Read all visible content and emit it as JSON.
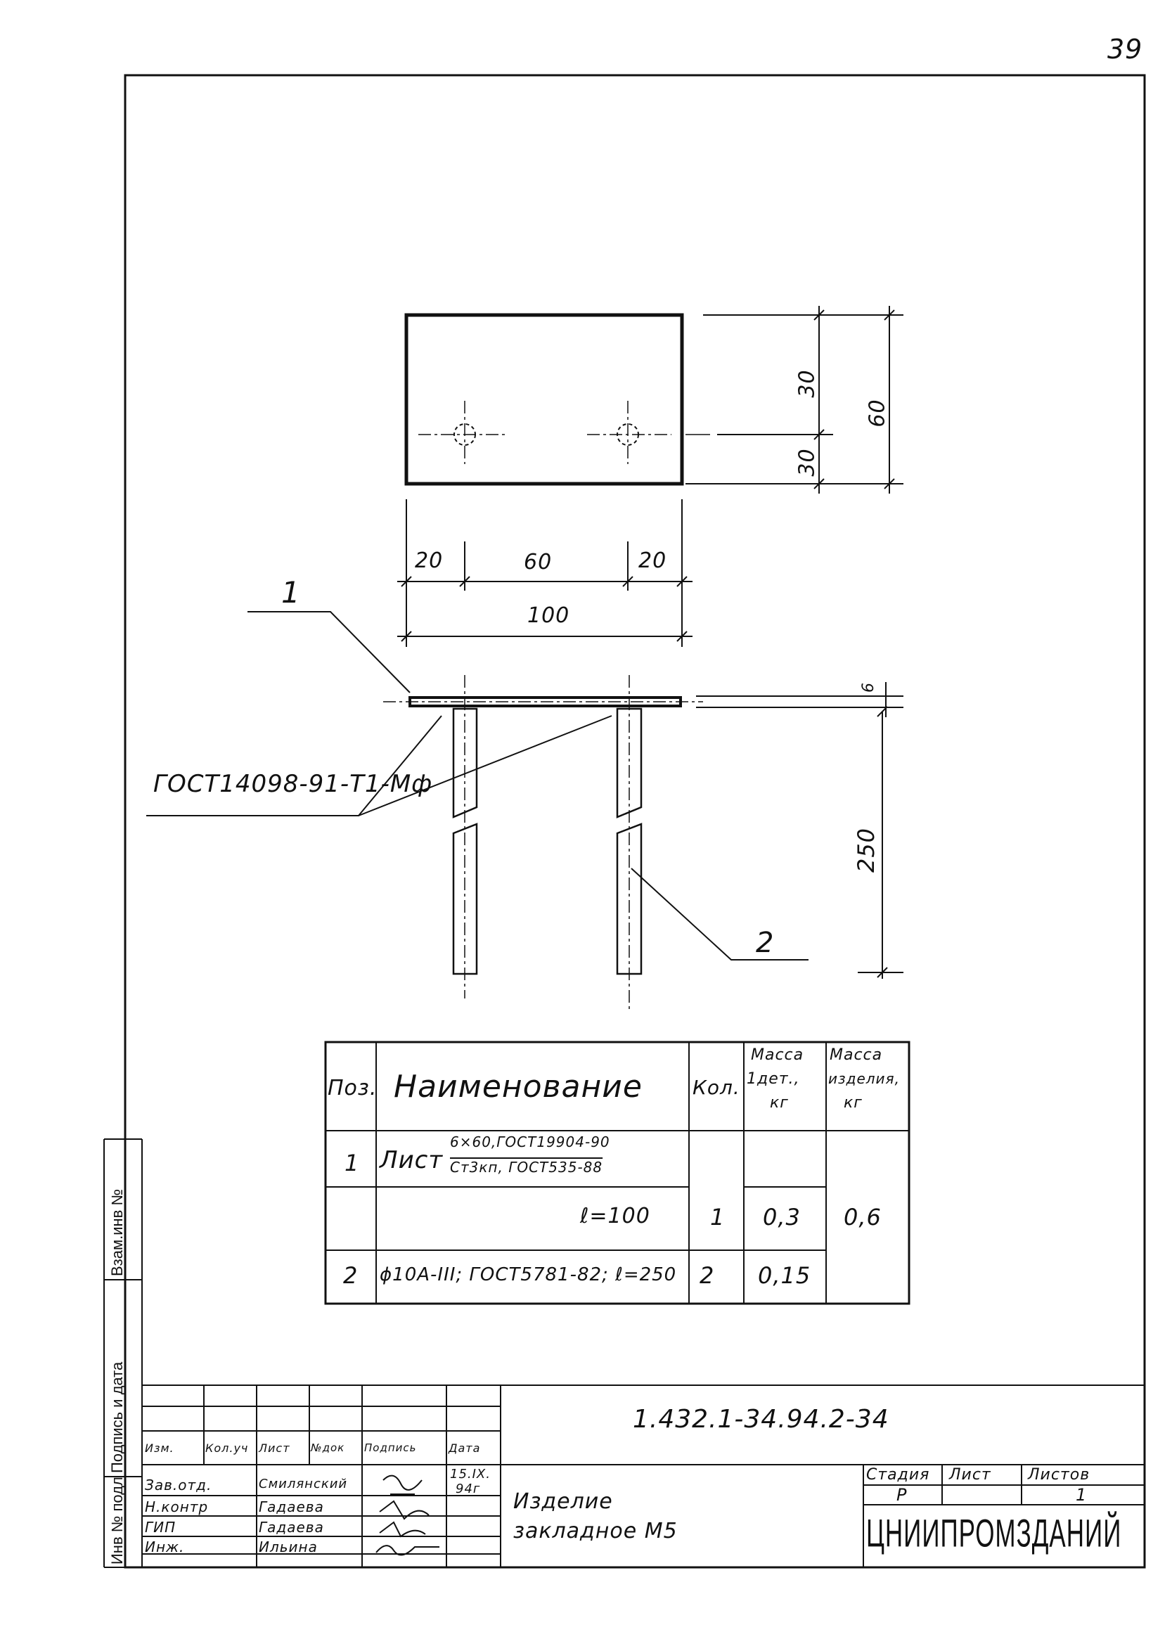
{
  "page_number": "39",
  "drawing": {
    "dims_plate": {
      "half_height_top": "30",
      "half_height_bottom": "30",
      "total_height": "60",
      "edge_left": "20",
      "hole_spacing": "60",
      "edge_right": "20",
      "total_width": "100"
    },
    "dims_section": {
      "plate_thickness": "6",
      "bar_length": "250"
    },
    "leaders": {
      "pos1": "1",
      "pos2": "2",
      "weld_standard": "ГОСТ14098-91-Т1-Мф"
    }
  },
  "spec_table": {
    "headers": {
      "pos": "Поз.",
      "name": "Наименование",
      "qty": "Кол.",
      "mass_part_1": "Масса",
      "mass_part_2": "1дет.,",
      "mass_part_3": "кг",
      "mass_item_1": "Масса",
      "mass_item_2": "изделия,",
      "mass_item_3": "кг"
    },
    "row1": {
      "pos": "1",
      "name_main": "Лист",
      "name_top": "6×60,ГОСТ19904-90",
      "name_bottom": "Ст3кп, ГОСТ535-88",
      "length": "ℓ=100",
      "qty": "1",
      "mass_part": "0,3",
      "mass_item": "0,6"
    },
    "row2": {
      "pos": "2",
      "name": "ϕ10А-III; ГОСТ5781-82; ℓ=250",
      "qty": "2",
      "mass_part": "0,15"
    }
  },
  "side_stamp": {
    "col1": "Взам.инв №",
    "col2": "Подпись и дата",
    "col3": "Инв № подл"
  },
  "title_block": {
    "doc_code": "1.432.1-34.94.2-34",
    "headers": {
      "izm": "Изм.",
      "kol_uch": "Кол.уч",
      "list": "Лист",
      "ndok": "№док",
      "podpis": "Подпись",
      "data": "Дата"
    },
    "date_1": "15.IX.",
    "date_2": "94г",
    "roles": [
      {
        "role": "Зав.отд.",
        "name": "Смилянский"
      },
      {
        "role": "Н.контр",
        "name": "Гадаева"
      },
      {
        "role": "ГИП",
        "name": "Гадаева"
      },
      {
        "role": "Инж.",
        "name": "Ильина"
      }
    ],
    "title_line1": "Изделие",
    "title_line2": "закладное М5",
    "stage_label": "Стадия",
    "sheet_label": "Лист",
    "sheets_label": "Листов",
    "stage_value": "Р",
    "sheets_value": "1",
    "organization": "ЦНИИПРОМЗДАНИЙ"
  }
}
